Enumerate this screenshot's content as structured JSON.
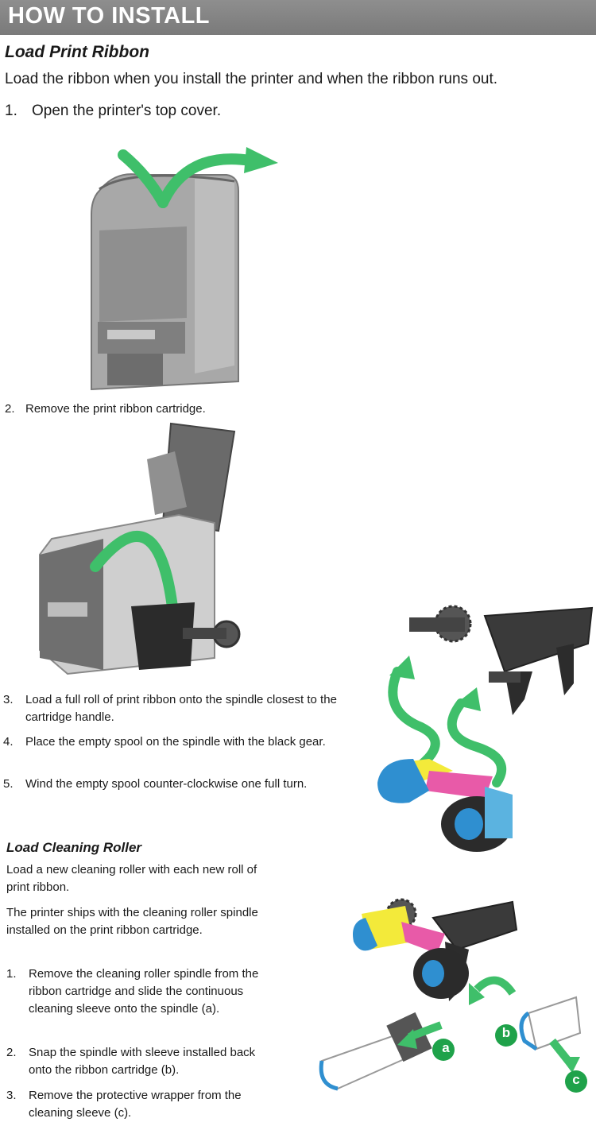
{
  "header": {
    "title": "HOW TO INSTALL"
  },
  "print_ribbon": {
    "title": "Load Print Ribbon",
    "intro": "Load the ribbon when you install the printer and when the ribbon runs out.",
    "steps": [
      {
        "num": "1.",
        "text": "Open the printer's top cover."
      },
      {
        "num": "2.",
        "text": "Remove the print ribbon cartridge."
      },
      {
        "num": "3.",
        "text": "Load a full roll of print ribbon onto the spindle closest to the cartridge handle."
      },
      {
        "num": "4.",
        "text": "Place the empty spool on the spindle with the black gear."
      },
      {
        "num": "5.",
        "text": "Wind the empty spool counter-clockwise one full turn."
      }
    ]
  },
  "cleaning_roller": {
    "title": "Load Cleaning Roller",
    "para1": "Load a new cleaning roller with each new roll of print ribbon.",
    "para2": "The printer ships with the cleaning roller spindle installed on the print ribbon cartridge.",
    "steps": [
      {
        "num": "1.",
        "text": "Remove the cleaning roller spindle from the ribbon cartridge and slide the continuous cleaning sleeve onto the spindle (a)."
      },
      {
        "num": "2.",
        "text": "Snap the spindle with sleeve installed back onto the ribbon cartridge (b)."
      },
      {
        "num": "3.",
        "text": "Remove the protective wrapper from the cleaning sleeve (c)."
      }
    ],
    "callouts": {
      "a": "a",
      "b": "b",
      "c": "c"
    }
  },
  "colors": {
    "arrow": "#3fbf6a",
    "header": "#828282",
    "callout": "#1fa24a",
    "ribbon_blue": "#2f8fd0",
    "ribbon_yellow": "#f3ea3a",
    "ribbon_magenta": "#e85aa8",
    "ribbon_cyan": "#5bb3e0"
  }
}
